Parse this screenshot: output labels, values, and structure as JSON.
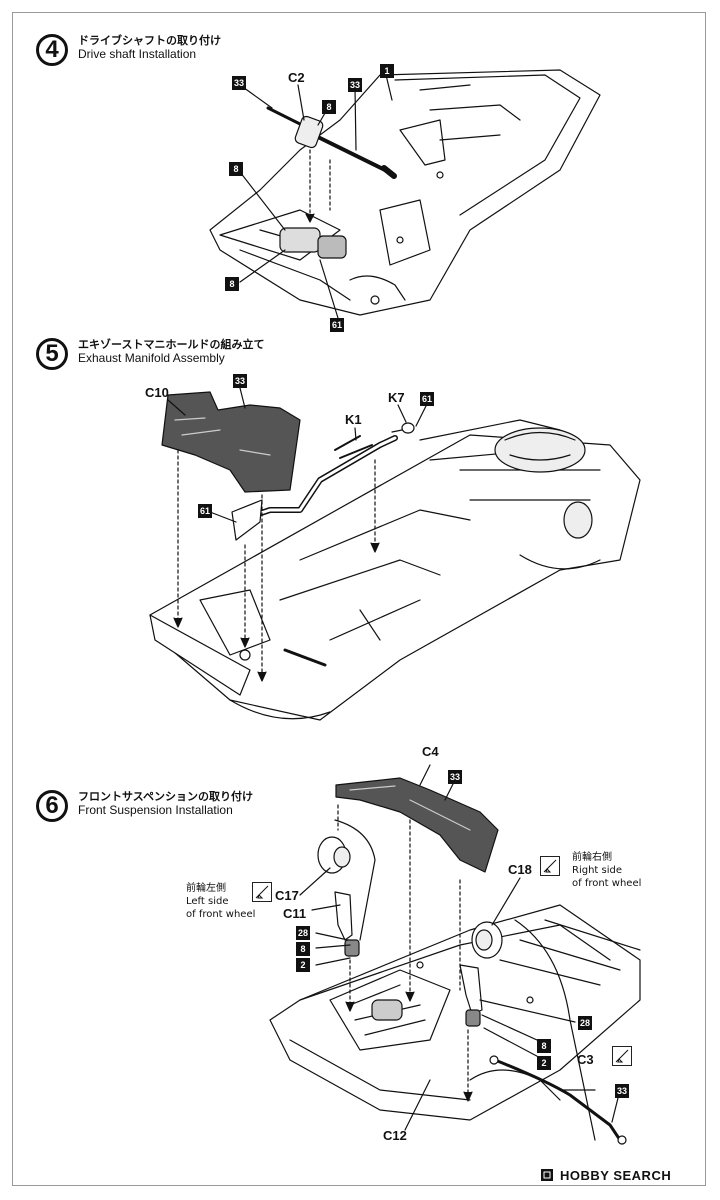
{
  "steps": [
    {
      "number": "4",
      "title_jp": "ドライブシャフトの取り付け",
      "title_en": "Drive shaft Installation"
    },
    {
      "number": "5",
      "title_jp": "エキゾーストマニホールドの組み立て",
      "title_en": "Exhaust Manifold Assembly"
    },
    {
      "number": "6",
      "title_jp": "フロントサスペンションの取り付け",
      "title_en": "Front Suspension Installation"
    }
  ],
  "step4": {
    "labels": {
      "c2": "C2"
    },
    "boxes": {
      "b33a": "33",
      "b8a": "8",
      "b33b": "33",
      "b1": "1",
      "b8b": "8",
      "b8c": "8",
      "b61": "61"
    }
  },
  "step5": {
    "labels": {
      "c10": "C10",
      "k1": "K1",
      "k7": "K7"
    },
    "boxes": {
      "b33": "33",
      "b61a": "61",
      "b61b": "61"
    }
  },
  "step6": {
    "labels": {
      "c4": "C4",
      "c17": "C17",
      "c11": "C11",
      "c18": "C18",
      "c3": "C3",
      "c12": "C12"
    },
    "boxes": {
      "b33a": "33",
      "b28a": "28",
      "b8a": "8",
      "b2a": "2",
      "b28b": "28",
      "b8b": "8",
      "b2b": "2",
      "b33b": "33"
    },
    "left_note": {
      "jp": "前輪左側",
      "en1": "Left side",
      "en2": "of front wheel"
    },
    "right_note": {
      "jp": "前輪右側",
      "en1": "Right side",
      "en2": "of front wheel"
    }
  },
  "brand": {
    "name": "HOBBY SEARCH",
    "icon": "hobby-search-logo-icon"
  }
}
